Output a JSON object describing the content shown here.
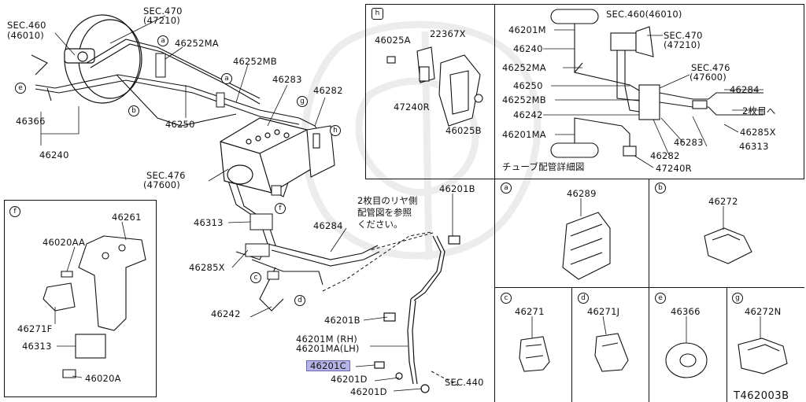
{
  "diagram_code": "T462003B",
  "main": {
    "sec460": "SEC.460",
    "sec460_num": "(46010)",
    "sec470": "SEC.470",
    "sec470_num": "(47210)",
    "p46252MA": "46252MA",
    "p46252MB": "46252MB",
    "p46283": "46283",
    "p46282": "46282",
    "p46366": "46366",
    "p46250": "46250",
    "p46240": "46240",
    "sec476": "SEC.476",
    "sec476_num": "(47600)",
    "p46313": "46313",
    "p46284": "46284",
    "p46285X": "46285X",
    "p46242": "46242",
    "p46201B_top": "46201B",
    "p46201B_mid": "46201B",
    "p46201M": "46201M (RH)",
    "p46201MA": "46201MA(LH)",
    "p46201C": "46201C",
    "p46201D_a": "46201D",
    "p46201D_b": "46201D",
    "sec440": "SEC.440",
    "note_line1": "2枚目のリヤ側",
    "note_line2": "配管図を参照",
    "note_line3": "ください。",
    "callouts": {
      "a1": "a",
      "a2": "a",
      "b": "b",
      "e": "e",
      "g": "g",
      "h": "h",
      "c": "c",
      "d": "d",
      "f": "f"
    }
  },
  "panel_h": {
    "tag": "h",
    "p46025A": "46025A",
    "p22367X": "22367X",
    "p47240R": "47240R",
    "p46025B": "46025B"
  },
  "panel_tube": {
    "caption": "チューブ配管詳細図",
    "p46201M": "46201M",
    "p46240": "46240",
    "p46252MA": "46252MA",
    "p46250": "46250",
    "p46252MB": "46252MB",
    "p46242": "46242",
    "p46201MA": "46201MA",
    "sec460": "SEC.460(46010)",
    "sec470": "SEC.470",
    "sec470_num": "(47210)",
    "sec476": "SEC.476",
    "sec476_num": "(47600)",
    "p46284": "46284",
    "note": "2枚目へ",
    "p46285X": "46285X",
    "p46313": "46313",
    "p46283": "46283",
    "p46282": "46282",
    "p47240R": "47240R"
  },
  "panel_f": {
    "tag": "f",
    "p46261": "46261",
    "p46020AA": "46020AA",
    "p46271F": "46271F",
    "p46313": "46313",
    "p46020A": "46020A"
  },
  "panel_a": {
    "tag": "a",
    "part": "46289"
  },
  "panel_b": {
    "tag": "b",
    "part": "46272"
  },
  "panel_c": {
    "tag": "c",
    "part": "46271"
  },
  "panel_d": {
    "tag": "d",
    "part": "46271J"
  },
  "panel_e": {
    "tag": "e",
    "part": "46366"
  },
  "panel_g": {
    "tag": "g",
    "part": "46272N"
  }
}
